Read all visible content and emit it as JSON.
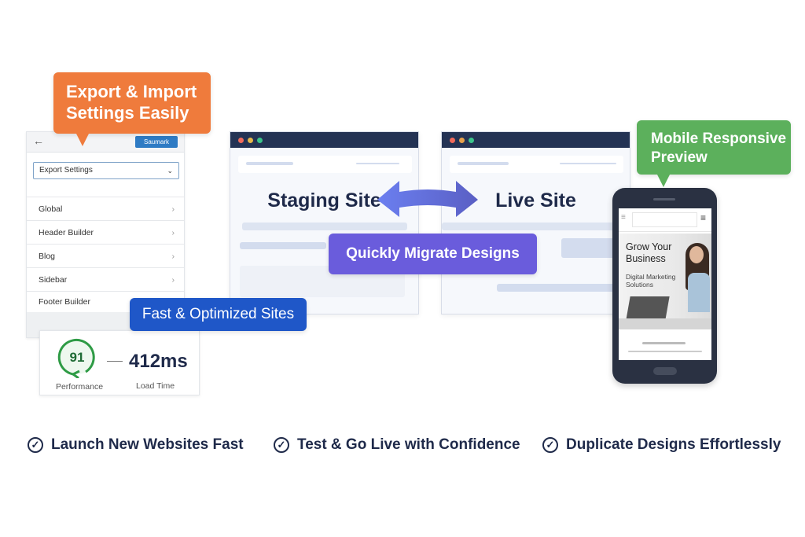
{
  "callouts": {
    "export": "Export & Import Settings Easily",
    "mobile": "Mobile Responsive Preview",
    "fast": "Fast & Optimized Sites",
    "migrate": "Quickly Migrate Designs"
  },
  "panel": {
    "button": "Saumark",
    "dropdown": "Export Settings",
    "items": [
      "Global",
      "Header Builder",
      "Blog",
      "Sidebar",
      "Footer Builder"
    ]
  },
  "performance": {
    "score": "91",
    "score_label": "Performance",
    "load_time": "412ms",
    "load_label": "Load Time"
  },
  "windows": {
    "staging": "Staging Site",
    "live": "Live Site"
  },
  "phone": {
    "headline": "Grow Your Business",
    "sub": "Digital Marketing Solutions"
  },
  "features": [
    "Launch New Websites Fast",
    "Test & Go Live with Confidence",
    "Duplicate Designs Effortlessly"
  ],
  "colors": {
    "orange": "#ef7b3c",
    "green": "#5cb05c",
    "blue": "#1f57c8",
    "purple": "#6a5cdc",
    "navy": "#243354"
  }
}
